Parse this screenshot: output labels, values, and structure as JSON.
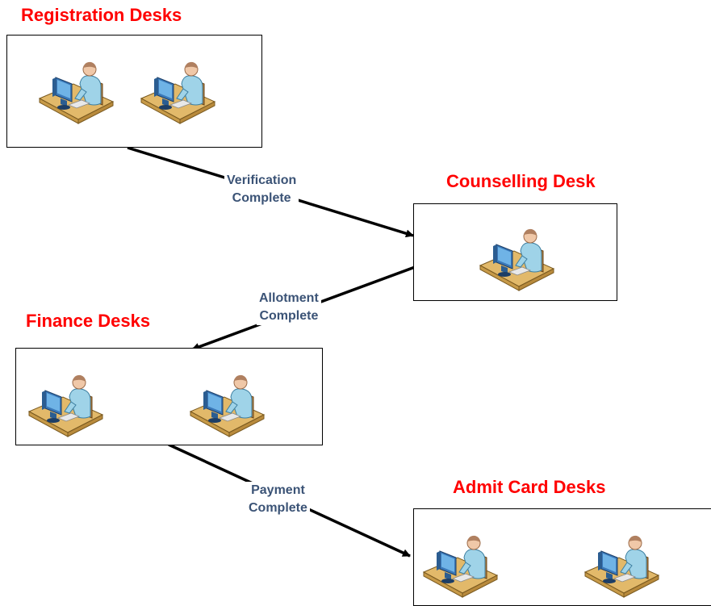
{
  "colors": {
    "title": "#ff0000",
    "label": "#3b5376",
    "line": "#000000",
    "person": "#9fd3e8",
    "desk": "#e2b96a"
  },
  "desks": {
    "registration": {
      "title": "Registration Desks",
      "icon": "person-at-computer-icon",
      "count": 2
    },
    "counselling": {
      "title": "Counselling Desk",
      "icon": "person-at-computer-icon",
      "count": 1
    },
    "finance": {
      "title": "Finance Desks",
      "icon": "person-at-computer-icon",
      "count": 2
    },
    "admit_card": {
      "title": "Admit Card Desks",
      "icon": "person-at-computer-icon",
      "count": 2
    }
  },
  "transitions": {
    "verification": {
      "line1": "Verification",
      "line2": "Complete"
    },
    "allotment": {
      "line1": "Allotment",
      "line2": "Complete"
    },
    "payment": {
      "line1": "Payment",
      "line2": "Complete"
    }
  }
}
